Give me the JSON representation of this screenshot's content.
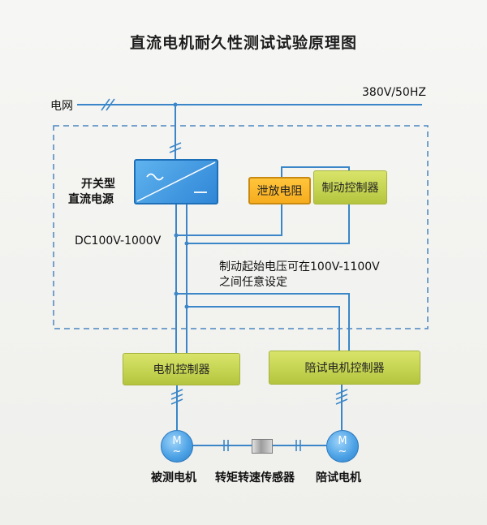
{
  "title": "直流电机耐久性测试试验原理图",
  "grid": {
    "label": "电网",
    "spec": "380V/50HZ"
  },
  "power_supply": {
    "label_line1": "开关型",
    "label_line2": "直流电源",
    "output_range": "DC100V-1000V"
  },
  "brake": {
    "resistor": "泄放电阻",
    "controller": "制动控制器",
    "note_line1": "制动起始电压可在100V-1100V",
    "note_line2": "之间任意设定"
  },
  "controllers": {
    "motor": "电机控制器",
    "companion": "陪试电机控制器"
  },
  "motors": {
    "test_motor": "被测电机",
    "sensor": "转矩转速传感器",
    "companion_motor": "陪试电机",
    "symbol_letter": "M",
    "symbol_wave": "~"
  },
  "colors": {
    "line": "#3a86c8",
    "dashed_border": "#4a86c0",
    "green_box": "#c3d24f",
    "orange_box": "#f6ac1e",
    "psu": "#2f86d6"
  }
}
